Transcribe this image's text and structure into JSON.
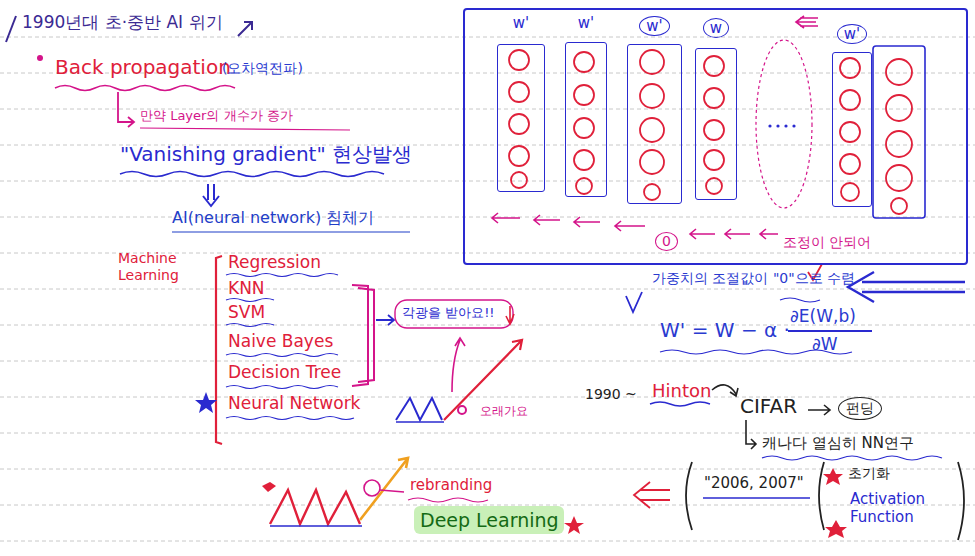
{
  "diagram": {
    "nodes": [
      {
        "text": [
          "0",
          "조정이 안되어"
        ]
      },
      {
        "text": [
          "w'"
        ],
        "in": 0
      },
      {
        "text": [
          "w'"
        ],
        "in": 0
      },
      {
        "text": [
          "w'"
        ],
        "in": 0
      },
      {
        "text": [
          "w"
        ],
        "in": 0
      },
      {
        "text": [
          "w'"
        ],
        "in": 0
      }
    ],
    "labels": [
      "1990년대 초·중반 AI 위기",
      "Back propagation",
      "(오차역전파)",
      "만약 Layer의 개수가 증가",
      "\"Vanishing gradient\" 현상발생",
      "AI(neural network) 침체기",
      "Machine Learning",
      "Regression",
      "KNN",
      "SVM",
      "Naive Bayes",
      "Decision Tree",
      "Neural Network",
      "각광을 받아요!!",
      "오래가요",
      "가중치의 조절값이 \"0\"으로 수렴",
      "W' = W − α ·",
      "∂E(W,b)",
      "∂W",
      "1990 ~",
      "Hinton",
      "CIFAR",
      "펀딩",
      "캐나다 열심히 NN연구",
      "\"2006, 2007\"",
      "초기화",
      "Activation Function",
      "rebranding",
      "Deep Learning"
    ]
  }
}
